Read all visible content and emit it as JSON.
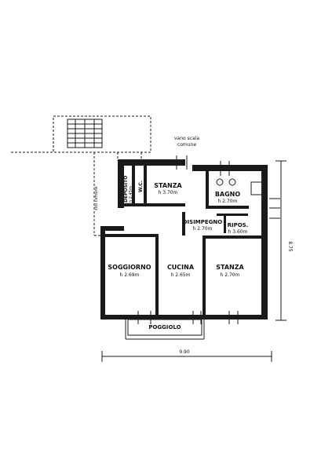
{
  "rooms": {
    "vano_scala": {
      "name": "vano scala",
      "sub": "comune"
    },
    "stanza_top": {
      "name": "STANZA",
      "height": "h 3.70m"
    },
    "deposito": {
      "name": "DEPOSITO",
      "height": "h 2.45m"
    },
    "wc": {
      "name": "W.C."
    },
    "bagno": {
      "name": "BAGNO",
      "height": "h 2.70m"
    },
    "disimpegno": {
      "name": "DISIMPEGNO",
      "height": "h 2.70m"
    },
    "ripos": {
      "name": "RIPOS.",
      "height": "h 3.60m"
    },
    "soggiorno": {
      "name": "SOGGIORNO",
      "height": "h 2.69m"
    },
    "cucina": {
      "name": "CUCINA",
      "height": "h 2.65m"
    },
    "stanza_bottom": {
      "name": "STANZA",
      "height": "h 2.70m"
    },
    "poggiolo": {
      "name": "POGGIOLO"
    },
    "sito_comune": {
      "name": "sito comune"
    }
  },
  "dimensions": {
    "width": "9.90",
    "height": "8.75"
  }
}
